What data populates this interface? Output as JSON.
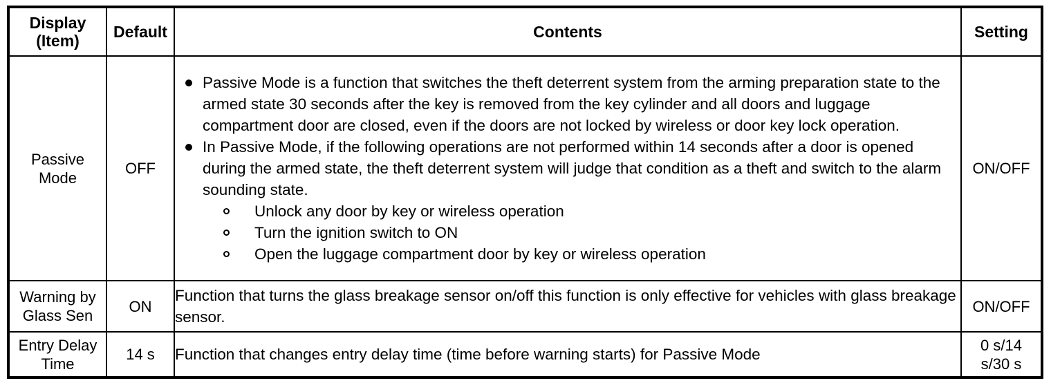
{
  "table": {
    "headers": {
      "display": {
        "line1": "Display",
        "line2": "(Item)"
      },
      "default": "Default",
      "contents": "Contents",
      "setting": "Setting"
    },
    "rows": [
      {
        "display": {
          "line1": "Passive",
          "line2": "Mode"
        },
        "default": "OFF",
        "setting": {
          "line1": "ON/OFF",
          "line2": ""
        },
        "contents": {
          "bullets": [
            "Passive Mode is a function that switches the theft deterrent system from the arming preparation state to the armed state 30 seconds after the key is removed from the key cylinder and all doors and luggage compartment door are closed, even if the doors are not locked by wireless or door key lock operation.",
            "In Passive Mode, if the following operations are not performed within 14 seconds after a door is opened during the armed state, the theft deterrent system will judge that condition as a theft and switch to the alarm sounding state."
          ],
          "subbullets": [
            "Unlock any door by key or wireless operation",
            "Turn the ignition switch to ON",
            "Open the luggage compartment door by key or wireless operation"
          ]
        }
      },
      {
        "display": {
          "line1": "Warning by",
          "line2": "Glass Sen"
        },
        "default": "ON",
        "setting": {
          "line1": "ON/OFF",
          "line2": ""
        },
        "contents": {
          "paragraph": "Function that turns the glass breakage sensor on/off this function is only effective for vehicles with glass breakage sensor."
        }
      },
      {
        "display": {
          "line1": "Entry Delay",
          "line2": "Time"
        },
        "default": "14 s",
        "setting": {
          "line1": "0 s/14",
          "line2": "s/30 s"
        },
        "contents": {
          "paragraph": "Function that changes entry delay time (time before warning starts) for Passive Mode"
        }
      }
    ]
  },
  "colors": {
    "border": "#000000",
    "text": "#000000",
    "background": "#ffffff"
  }
}
